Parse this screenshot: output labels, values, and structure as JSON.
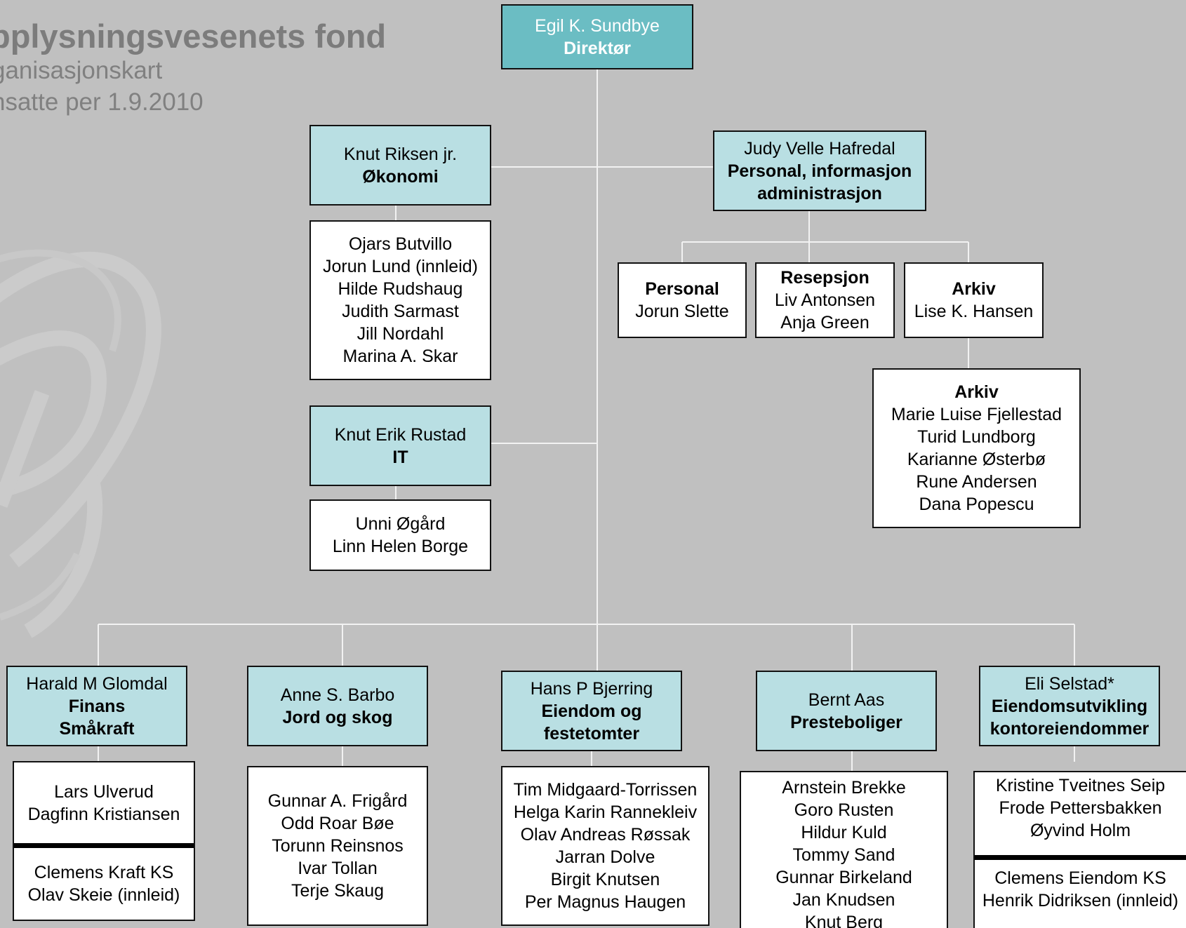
{
  "header": {
    "title": "pplysningsvesenets fond",
    "subtitle_line1": "ganisasjonskart",
    "subtitle_line2": "nsatte per 1.9.2010"
  },
  "director": {
    "name": "Egil K. Sundbye",
    "role": "Direktør"
  },
  "okonomi": {
    "name": "Knut Riksen jr.",
    "role": "Økonomi",
    "staff": [
      "Ojars Butvillo",
      "Jorun Lund (innleid)",
      "Hilde Rudshaug",
      "Judith Sarmast",
      "Jill Nordahl",
      "Marina A. Skar"
    ]
  },
  "it": {
    "name": "Knut Erik Rustad",
    "role": "IT",
    "staff": [
      "Unni Øgård",
      "Linn Helen Borge"
    ]
  },
  "personal_admin": {
    "name": "Judy Velle Hafredal",
    "role_line1": "Personal, informasjon",
    "role_line2": "administrasjon",
    "personal": {
      "title": "Personal",
      "staff": [
        "Jorun Slette"
      ]
    },
    "resepsjon": {
      "title": "Resepsjon",
      "staff": [
        "Liv Antonsen",
        "Anja Green"
      ]
    },
    "arkiv": {
      "title": "Arkiv",
      "staff": [
        "Lise K. Hansen"
      ]
    },
    "arkiv_team": {
      "title": "Arkiv",
      "staff": [
        "Marie Luise Fjellestad",
        "Turid Lundborg",
        "Karianne Østerbø",
        "Rune Andersen",
        "Dana Popescu"
      ]
    }
  },
  "finans": {
    "name": "Harald M Glomdal",
    "role_line1": "Finans",
    "role_line2": "Småkraft",
    "staff": [
      "Lars Ulverud",
      "Dagfinn Kristiansen"
    ],
    "sub_title": "Clemens Kraft KS",
    "sub_staff": [
      "Olav Skeie (innleid)"
    ]
  },
  "jord": {
    "name": "Anne S. Barbo",
    "role": "Jord og skog",
    "staff": [
      "Gunnar A. Frigård",
      "Odd Roar Bøe",
      "Torunn Reinsnos",
      "Ivar Tollan",
      "Terje Skaug"
    ]
  },
  "eiendom": {
    "name": "Hans P Bjerring",
    "role_line1": "Eiendom og",
    "role_line2": "festetomter",
    "staff": [
      "Tim Midgaard-Torrissen",
      "Helga Karin Rannekleiv",
      "Olav Andreas Røssak",
      "Jarran Dolve",
      "Birgit Knutsen",
      "Per Magnus Haugen"
    ]
  },
  "presteboliger": {
    "name": "Bernt Aas",
    "role": "Presteboliger",
    "staff": [
      "Arnstein Brekke",
      "Goro Rusten",
      "Hildur Kuld",
      "Tommy Sand",
      "Gunnar Birkeland",
      "Jan Knudsen",
      "Knut Berg"
    ]
  },
  "eiendomsutvikling": {
    "name": "Eli Selstad*",
    "role_line1": "Eiendomsutvikling",
    "role_line2": "kontoreiendommer",
    "staff": [
      "Kristine Tveitnes Seip",
      "Frode Pettersbakken",
      "Øyvind Holm"
    ],
    "sub_title": "Clemens Eiendom KS",
    "sub_staff": [
      "Henrik Didriksen (innleid)"
    ]
  }
}
